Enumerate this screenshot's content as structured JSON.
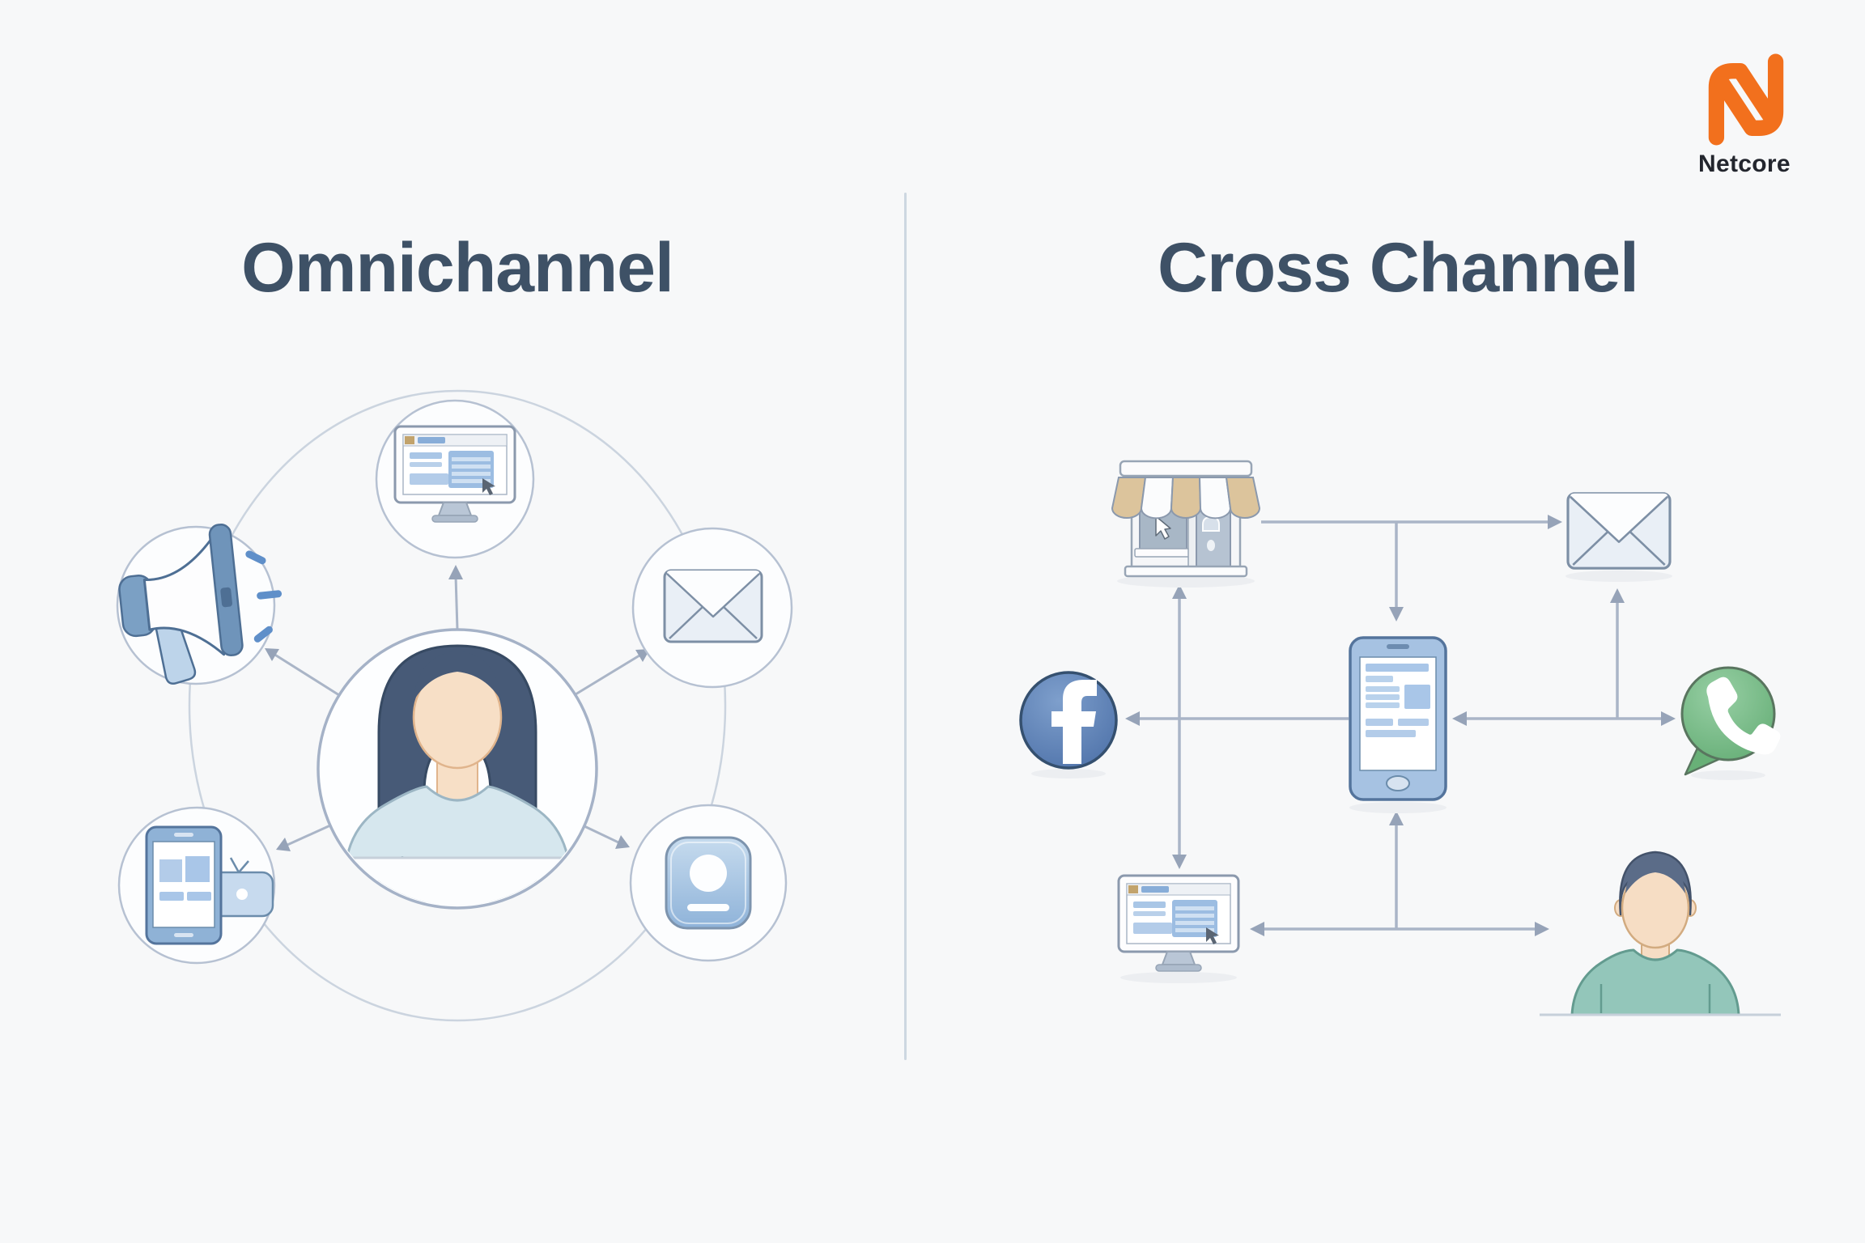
{
  "page": {
    "background_color": "#f7f8f9",
    "divider_color": "#cdd7e1",
    "title_color": "#3e5166"
  },
  "brand": {
    "name": "Netcore",
    "logo_icon": "netcore-n-monogram",
    "logo_color": "#f2701d",
    "wordmark_color": "#23262e"
  },
  "left_panel": {
    "title": "Omnichannel",
    "diagram": "hub-and-spoke",
    "hub_icon": "customer-avatar-female",
    "channel_icons": [
      "desktop-browser",
      "megaphone",
      "email-envelope",
      "mobile-app-with-chat",
      "contact-card"
    ]
  },
  "right_panel": {
    "title": "Cross Channel",
    "diagram": "network-grid",
    "node_icons": [
      "storefront",
      "email-envelope",
      "facebook",
      "smartphone",
      "whatsapp",
      "desktop-browser",
      "customer-avatar-male"
    ],
    "facebook_color": "#5578ab",
    "whatsapp_color": "#6fb580"
  },
  "colors": {
    "connector_line": "#aab5c7",
    "arrowhead": "#96a3b8",
    "circle_stroke": "#b6c1d2",
    "icon_blue": "#7fa3c8",
    "icon_blue_dark": "#54749c",
    "icon_blue_light": "#b3cce9",
    "skin": "#f6dec5",
    "hair": "#4a5c79",
    "shirt_female": "#d6e7ee",
    "shirt_male": "#93c6ba",
    "awning_tan": "#dcc49c"
  }
}
